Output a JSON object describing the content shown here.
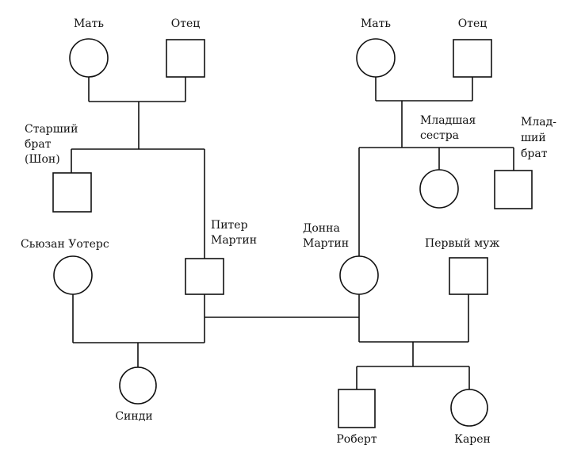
{
  "people": {
    "left_mother": "Мать",
    "left_father": "Отец",
    "older_brother": [
      "Старший",
      "брат",
      "(Шон)"
    ],
    "susan": "Сьюзан Уотерс",
    "peter": [
      "Питер",
      "Мартин"
    ],
    "cindy": "Синди",
    "right_mother": "Мать",
    "right_father": "Отец",
    "younger_sister": [
      "Младшая",
      "сестра"
    ],
    "younger_brother": [
      "Млад-",
      "ший",
      "брат"
    ],
    "donna": [
      "Донна",
      "Мартин"
    ],
    "first_husband": "Первый муж",
    "robert": "Роберт",
    "karen": "Карен"
  }
}
